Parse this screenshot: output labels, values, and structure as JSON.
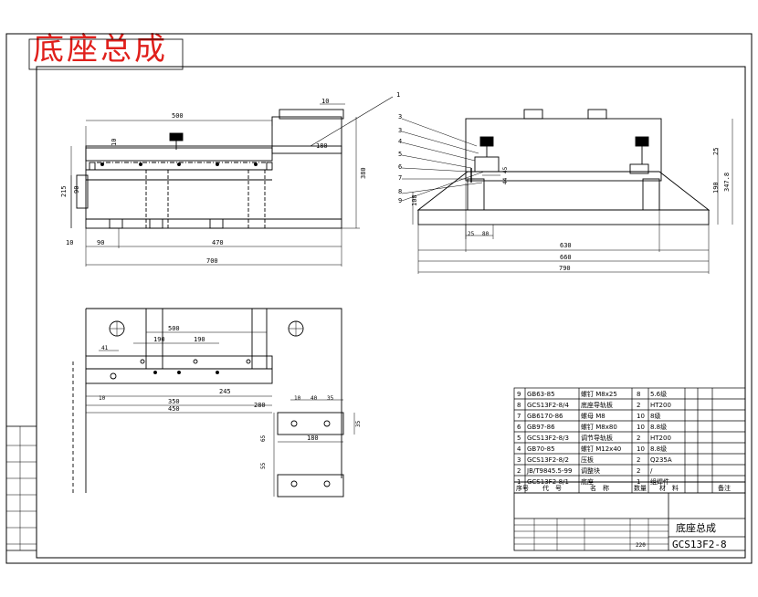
{
  "title": "底座总成",
  "drawing_number": "GCS13F2-8",
  "bom": [
    {
      "no": "9",
      "code": "GB63-85",
      "name": "螺钉 M8x25",
      "qty": "8",
      "material": "5.6级"
    },
    {
      "no": "8",
      "code": "GCS13F2-8/4",
      "name": "底座导轨板",
      "qty": "2",
      "material": "HT200"
    },
    {
      "no": "7",
      "code": "GB6170-86",
      "name": "螺母 M8",
      "qty": "10",
      "material": "8级"
    },
    {
      "no": "6",
      "code": "GB97-86",
      "name": "螺钉 M8x80",
      "qty": "10",
      "material": "8.8级"
    },
    {
      "no": "5",
      "code": "GCS13F2-8/3",
      "name": "调节导轨板",
      "qty": "2",
      "material": "HT200"
    },
    {
      "no": "4",
      "code": "GB70-85",
      "name": "螺钉 M12x40",
      "qty": "10",
      "material": "8.8级"
    },
    {
      "no": "3",
      "code": "GCS13F2-8/2",
      "name": "压板",
      "qty": "2",
      "material": "Q235A"
    },
    {
      "no": "2",
      "code": "JB/T9845.5-99",
      "name": "调整块",
      "qty": "2",
      "material": "/"
    },
    {
      "no": "1",
      "code": "GCS13F2-8/1",
      "name": "底座",
      "qty": "1",
      "material": "组焊件"
    }
  ]
}
